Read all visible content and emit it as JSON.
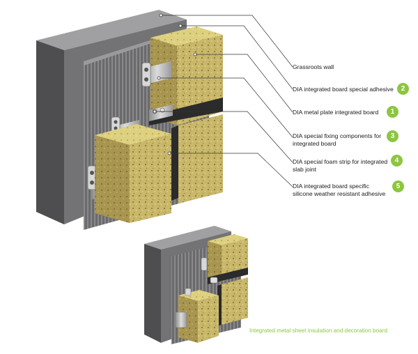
{
  "colors": {
    "accent_green": "#8cc63f",
    "wall_grey": "#6b6b6d",
    "mineral_wool": "#c9b76a",
    "metal_plate": "#b9b9b9",
    "leader_line": "#333333"
  },
  "callouts": [
    {
      "label": "Grassroots wall",
      "badge": ""
    },
    {
      "label": "DIA integrated board special adhesive",
      "badge": "2"
    },
    {
      "label": "DIA metal plate integrated board",
      "badge": "1"
    },
    {
      "label": "DIA special fixing components for integrated board",
      "badge": "3"
    },
    {
      "label": "DIA special foam strip for integrated slab joint",
      "badge": "4"
    },
    {
      "label": "DIA integrated board specific silicone weather resistant adhesive",
      "badge": "5"
    }
  ],
  "caption": "Integrated metal sheet insulation and decoration board"
}
